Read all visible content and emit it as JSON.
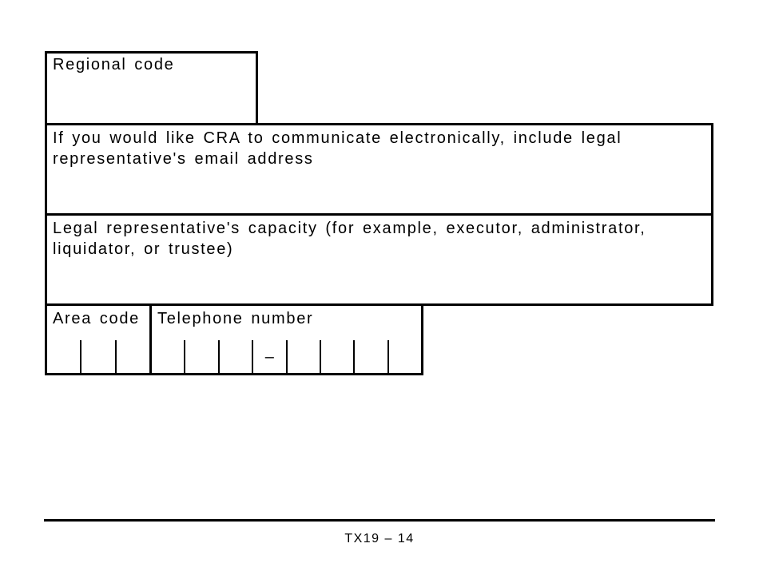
{
  "form": {
    "regional_code_label": "Regional code",
    "email_label": "If you would like CRA to communicate electronically, include legal representative's email address",
    "capacity_label": "Legal representative's capacity (for example, executor, administrator, liquidator, or trustee)",
    "phone": {
      "area_code_label": "Area code",
      "telephone_label": "Telephone number",
      "area_code_digit_cells": 3,
      "telephone_digits_before_dash": 3,
      "dash": "–",
      "telephone_digits_after_dash": 4
    }
  },
  "footer": {
    "page_code": "TX19 – 14"
  },
  "colors": {
    "ink": "#000000",
    "paper": "#ffffff"
  }
}
